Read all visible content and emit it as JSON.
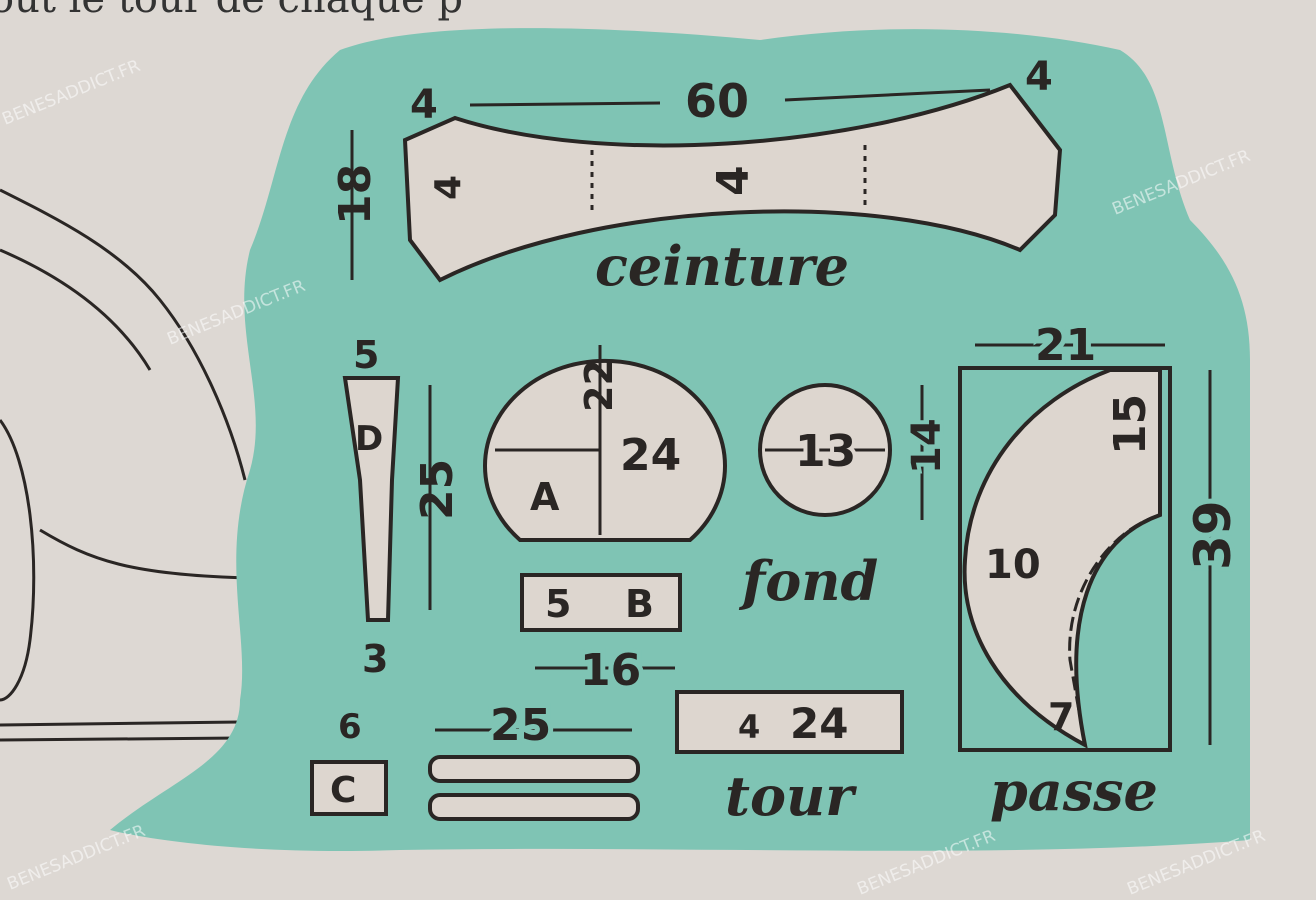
{
  "header_text": "out le tour de chaque p",
  "watermark": "BENESADDICT.FR",
  "colors": {
    "paper": "#ddd8d3",
    "teal": "#7fc4b4",
    "ink": "#2a2624",
    "piece": "#ddd6cf"
  },
  "pieces": {
    "ceinture": {
      "name": "ceinture",
      "length": "60",
      "width": "18",
      "end_left": "4",
      "end_right": "4",
      "inner_left": "4",
      "center": "4"
    },
    "d": {
      "letter": "D",
      "top": "5",
      "length": "25",
      "bottom": "3"
    },
    "a": {
      "letter": "A",
      "radius": "22",
      "width": "24"
    },
    "b": {
      "letter": "B",
      "height": "5",
      "width": "16"
    },
    "fond": {
      "name": "fond",
      "diameter": "13",
      "height": "14"
    },
    "passe": {
      "name": "passe",
      "width": "21",
      "inner": "15",
      "radius": "10",
      "height": "39",
      "tab": "7"
    },
    "c": {
      "letter": "C",
      "size": "6"
    },
    "tubes": {
      "length": "25"
    },
    "tour": {
      "name": "tour",
      "height": "4",
      "width": "24"
    }
  }
}
